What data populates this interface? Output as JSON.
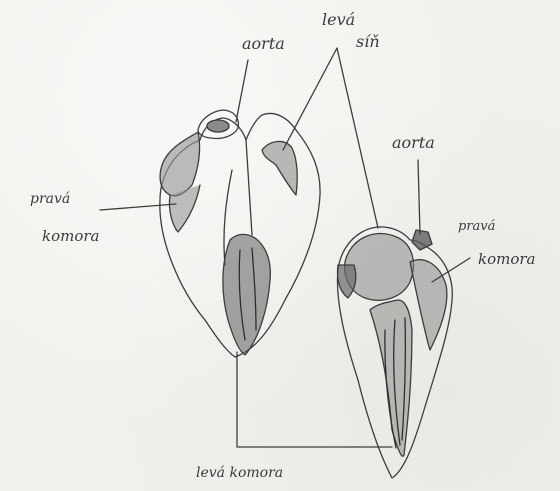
{
  "labels": {
    "aorta_left": "aorta",
    "leva_sin_1": "levá",
    "leva_sin_2": "síň",
    "aorta_right": "aorta",
    "prava_komora_left_1": "pravá",
    "prava_komora_left_2": "komora",
    "prava_komora_right_1": "pravá",
    "prava_komora_right_2": "komora",
    "leva_komora": "levá komora"
  },
  "colors": {
    "pencil": "#3c3c3c",
    "shade_dark": "#6a6a6a",
    "shade_mid": "#9a9a9a",
    "paper": "#f1f0ec"
  }
}
